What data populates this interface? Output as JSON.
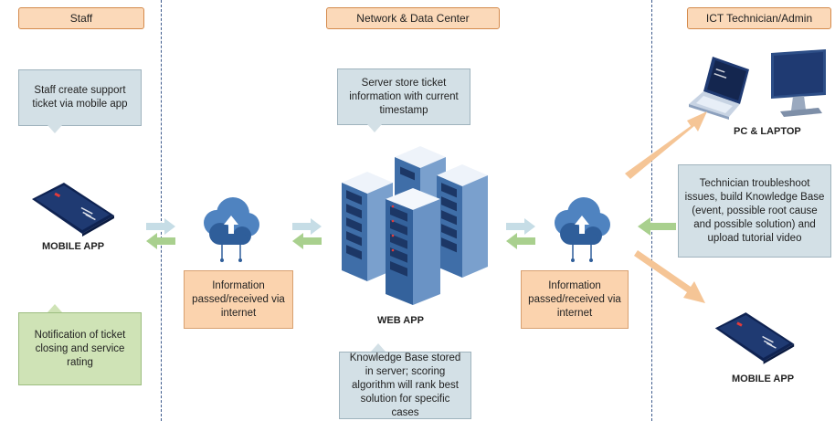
{
  "headers": {
    "staff": "Staff",
    "network": "Network & Data Center",
    "ict": "ICT Technician/Admin"
  },
  "callouts": {
    "staff_create": "Staff create support ticket via mobile app",
    "server_store": "Server store ticket information with current timestamp",
    "info_left": "Information passed/received via internet",
    "info_right": "Information passed/received via internet",
    "notification": "Notification of ticket closing and service rating",
    "knowledge_base": "Knowledge Base stored in server; scoring algorithm will rank best solution for specific cases",
    "technician": "Technician troubleshoot issues, build Knowledge Base (event, possible root cause and possible solution)  and upload tutorial video"
  },
  "labels": {
    "mobile_app_left": "MOBILE APP",
    "web_app": "WEB APP",
    "pc_laptop": "PC & LAPTOP",
    "mobile_app_right": "MOBILE APP"
  },
  "icons": [
    "phone-icon",
    "cloud-icon",
    "server-stack-icon",
    "laptop-icon",
    "monitor-icon",
    "arrow-icon"
  ],
  "colors": {
    "header_fill": "#fbd9b9",
    "blue_callout": "#d3e0e6",
    "orange_callout": "#fbd3ae",
    "green_callout": "#cfe3b6",
    "divider": "#3d5a8c",
    "device": "#1f3a72",
    "cloud": "#5b8fc9",
    "arrow_blue": "#c6dde6",
    "arrow_green": "#a9d08e",
    "arrow_orange": "#f5c596"
  }
}
